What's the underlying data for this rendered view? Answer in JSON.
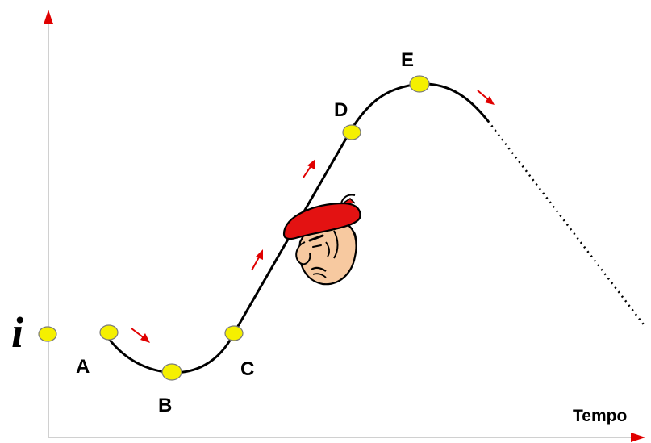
{
  "diagram": {
    "y_axis_label": "i",
    "x_axis_label": "Tempo",
    "points": [
      "A",
      "B",
      "C",
      "D",
      "E"
    ]
  },
  "colors": {
    "axis": "#c0c0c0",
    "arrow": "#e00000",
    "point_fill": "#f5f000",
    "point_stroke": "#7a7a7a",
    "curve": "#000000",
    "beret": "#e31212",
    "skin": "#f7c9a0"
  }
}
